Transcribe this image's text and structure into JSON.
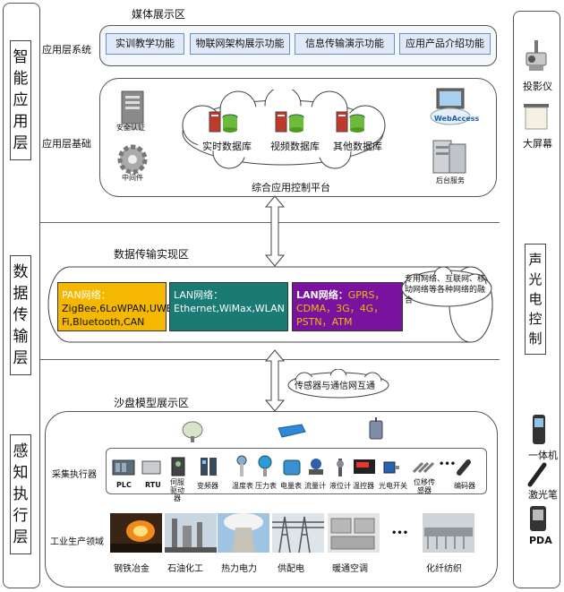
{
  "left_layers": {
    "app": "智能应用层",
    "data": "数据传输层",
    "sense": "感知执行层"
  },
  "right_panel": {
    "title": "声光电控制",
    "devices": {
      "projector": "投影仪",
      "screen": "大屏幕",
      "handheld": "一体机",
      "laser": "激光笔",
      "pda": "PDA"
    }
  },
  "media": {
    "title": "媒体展示区",
    "row_label": "应用层系统",
    "buttons": [
      "实训教学功能",
      "物联网架构展示功能",
      "信息传输演示功能",
      "应用产品介绍功能"
    ]
  },
  "app_base": {
    "row_label": "应用层基础",
    "platform": "综合应用控制平台",
    "databases": [
      "实时数据库",
      "视频数据库",
      "其他数据库"
    ],
    "icons": {
      "security": "安全认证",
      "middleware": "中间件",
      "webservice": "WebAccess",
      "backend": "后台服务"
    }
  },
  "transport": {
    "title": "数据传输实现区",
    "pan_label": "PAN网络：",
    "pan_text": "ZigBee,6LoWPAN,UWB,Wi-Fi,Bluetooth,CAN",
    "lan_label": "LAN网络：",
    "lan_text": "Ethernet,WiMax,WLAN",
    "wan_label": "LAN网络：",
    "wan_text": "GPRS，CDMA，3G，4G，PSTN，ATM",
    "callout": "专用网络、互联网、移动网络等各种网络的融合",
    "colors": {
      "pan": "#f5b800",
      "lan": "#1a7a74",
      "wan": "#7a12a0"
    }
  },
  "sensor": {
    "callout": "传感器与通信网互通",
    "title": "沙盘模型展示区",
    "exec_label": "采集执行器",
    "exec_items": [
      "PLC",
      "RTU",
      "伺服驱动器",
      "变频器",
      "温度表",
      "压力表",
      "电量表",
      "流量计",
      "液位计",
      "温控器",
      "光电开关",
      "位移传感器",
      "编码器"
    ],
    "industry_label": "工业生产领域",
    "industries": [
      "钢铁冶金",
      "石油化工",
      "热力电力",
      "供配电",
      "暖通空调",
      "化纤纺织"
    ],
    "ellipsis": "•••"
  }
}
